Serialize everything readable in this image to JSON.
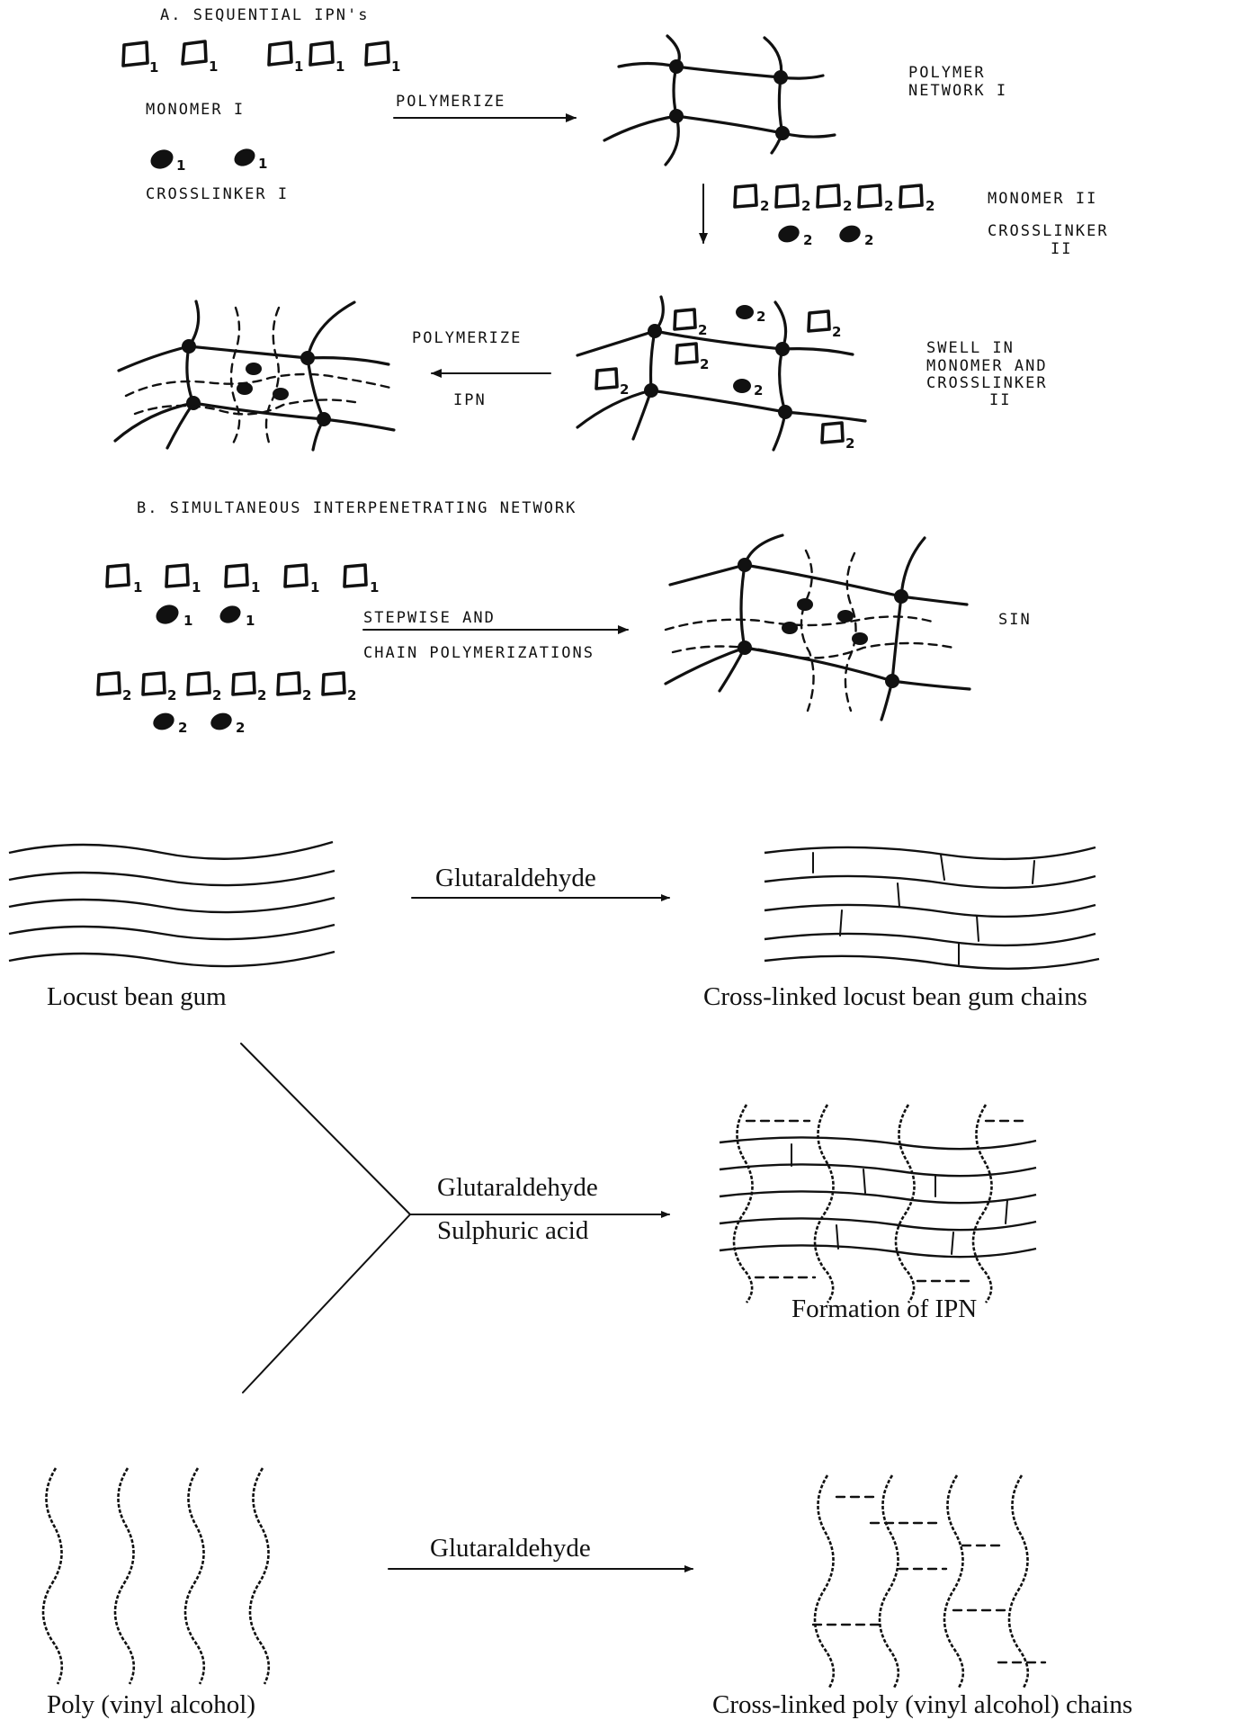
{
  "sequential": {
    "heading": "A.  SEQUENTIAL IPN's",
    "monomer1": "MONOMER I",
    "crosslinker1": "CROSSLINKER I",
    "polymerize1": "POLYMERIZE",
    "network1_line1": "POLYMER",
    "network1_line2": "NETWORK I",
    "monomer2": "MONOMER II",
    "crosslinker2_line1": "CROSSLINKER",
    "crosslinker2_line2": "II",
    "swell_line1": "SWELL IN",
    "swell_line2": "MONOMER AND",
    "swell_line3": "CROSSLINKER",
    "swell_line4": "II",
    "polymerize2": "POLYMERIZE",
    "ipn": "IPN",
    "subscript1": "1",
    "subscript2": "2"
  },
  "simultaneous": {
    "heading": "B.  SIMULTANEOUS INTERPENETRATING NETWORK",
    "step_line1": "STEPWISE AND",
    "step_line2": "CHAIN POLYMERIZATIONS",
    "sin": "SIN"
  },
  "lbg_pva": {
    "glutaraldehyde_top": "Glutaraldehyde",
    "locust_bean_gum": "Locust bean gum",
    "crosslinked_lbg": "Cross-linked locust bean gum chains",
    "glutaraldehyde_mid": "Glutaraldehyde",
    "sulphuric_acid": "Sulphuric acid",
    "formation_ipn": "Formation of IPN",
    "glutaraldehyde_bottom": "Glutaraldehyde",
    "pva": "Poly (vinyl alcohol)",
    "crosslinked_pva": "Cross-linked poly (vinyl alcohol) chains"
  }
}
